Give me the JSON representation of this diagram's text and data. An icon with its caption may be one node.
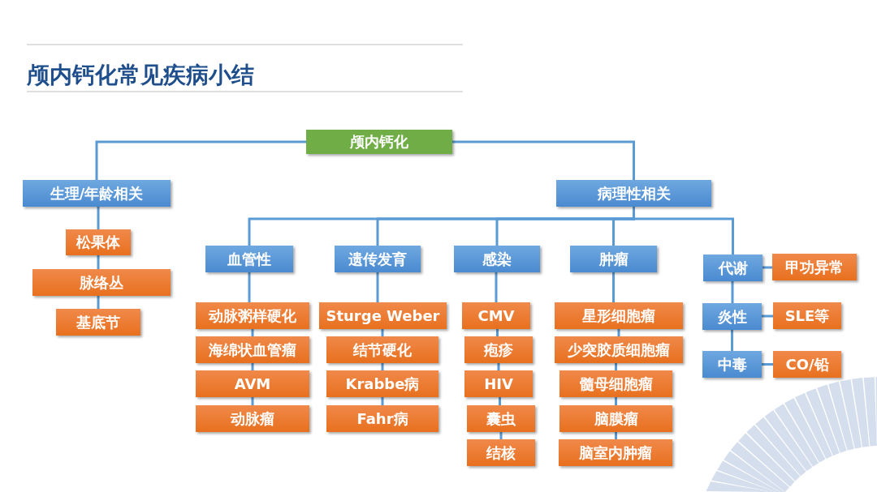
{
  "diagram": {
    "title": "颅内钙化常见疾病小结",
    "nodes": [
      {
        "text": [
          "颅内钙化"
        ]
      },
      {
        "text": [
          "生理/年龄相关"
        ]
      },
      {
        "text": [
          "松果体"
        ]
      },
      {
        "text": [
          "脉络丛"
        ]
      },
      {
        "text": [
          "基底节"
        ]
      },
      {
        "text": [
          "病理性相关"
        ]
      },
      {
        "text": [
          "血管性"
        ]
      },
      {
        "text": [
          "动脉粥样硬化"
        ]
      },
      {
        "text": [
          "海绵状血管瘤"
        ]
      },
      {
        "text": [
          "AVM"
        ]
      },
      {
        "text": [
          "动脉瘤"
        ]
      },
      {
        "text": [
          "遗传发育"
        ]
      },
      {
        "text": [
          "Sturge Weber"
        ]
      },
      {
        "text": [
          "结节硬化"
        ]
      },
      {
        "text": [
          "Krabbe病"
        ]
      },
      {
        "text": [
          "Fahr病"
        ]
      },
      {
        "text": [
          "感染"
        ]
      },
      {
        "text": [
          "CMV"
        ]
      },
      {
        "text": [
          "疱疹"
        ]
      },
      {
        "text": [
          "HIV"
        ]
      },
      {
        "text": [
          "囊虫"
        ]
      },
      {
        "text": [
          "结核"
        ]
      },
      {
        "text": [
          "肿瘤"
        ]
      },
      {
        "text": [
          "星形细胞瘤"
        ]
      },
      {
        "text": [
          "少突胶质细胞瘤"
        ]
      },
      {
        "text": [
          "髓母细胞瘤"
        ]
      },
      {
        "text": [
          "脑膜瘤"
        ]
      },
      {
        "text": [
          "脑室内肿瘤"
        ]
      },
      {
        "text": [
          "代谢"
        ]
      },
      {
        "text": [
          "甲功异常"
        ]
      },
      {
        "text": [
          "炎性"
        ]
      },
      {
        "text": [
          "SLE等"
        ]
      },
      {
        "text": [
          "中毒"
        ]
      },
      {
        "text": [
          "CO/铅"
        ]
      }
    ],
    "edges": [
      {
        "from": 0,
        "to": 1,
        "arrow": "none"
      },
      {
        "from": 0,
        "to": 5,
        "arrow": "none"
      },
      {
        "from": 1,
        "to": 2,
        "arrow": "none"
      },
      {
        "from": 2,
        "to": 3,
        "arrow": "none"
      },
      {
        "from": 3,
        "to": 4,
        "arrow": "none"
      },
      {
        "from": 5,
        "to": 6,
        "arrow": "none"
      },
      {
        "from": 5,
        "to": 11,
        "arrow": "none"
      },
      {
        "from": 5,
        "to": 16,
        "arrow": "none"
      },
      {
        "from": 5,
        "to": 22,
        "arrow": "none"
      },
      {
        "from": 5,
        "to": 28,
        "arrow": "none"
      },
      {
        "from": 6,
        "to": 7,
        "arrow": "none"
      },
      {
        "from": 7,
        "to": 8,
        "arrow": "none"
      },
      {
        "from": 8,
        "to": 9,
        "arrow": "none"
      },
      {
        "from": 9,
        "to": 10,
        "arrow": "none"
      },
      {
        "from": 11,
        "to": 12,
        "arrow": "none"
      },
      {
        "from": 12,
        "to": 13,
        "arrow": "none"
      },
      {
        "from": 13,
        "to": 14,
        "arrow": "none"
      },
      {
        "from": 14,
        "to": 15,
        "arrow": "none"
      },
      {
        "from": 16,
        "to": 17,
        "arrow": "none"
      },
      {
        "from": 17,
        "to": 18,
        "arrow": "none"
      },
      {
        "from": 18,
        "to": 19,
        "arrow": "none"
      },
      {
        "from": 19,
        "to": 20,
        "arrow": "none"
      },
      {
        "from": 20,
        "to": 21,
        "arrow": "none"
      },
      {
        "from": 22,
        "to": 23,
        "arrow": "none"
      },
      {
        "from": 23,
        "to": 24,
        "arrow": "none"
      },
      {
        "from": 24,
        "to": 25,
        "arrow": "none"
      },
      {
        "from": 25,
        "to": 26,
        "arrow": "none"
      },
      {
        "from": 26,
        "to": 27,
        "arrow": "none"
      },
      {
        "from": 28,
        "to": 29,
        "arrow": "none"
      },
      {
        "from": 28,
        "to": 30,
        "arrow": "none"
      },
      {
        "from": 30,
        "to": 31,
        "arrow": "none"
      },
      {
        "from": 30,
        "to": 32,
        "arrow": "none"
      },
      {
        "from": 32,
        "to": 33,
        "arrow": "none"
      }
    ]
  }
}
